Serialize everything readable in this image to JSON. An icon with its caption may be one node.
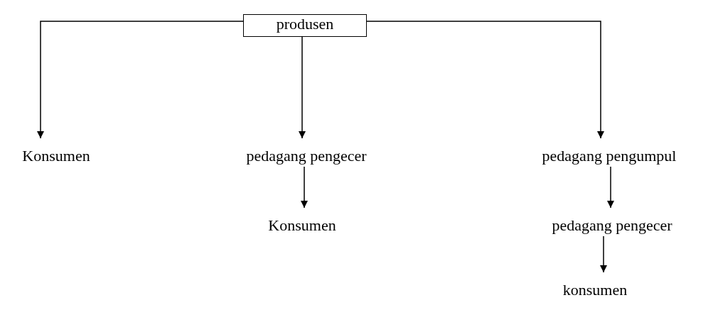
{
  "diagram": {
    "nodes": [
      {
        "text": [
          "produsen"
        ]
      },
      {
        "text": [
          "Konsumen"
        ]
      },
      {
        "text": [
          "pedagang pengecer"
        ]
      },
      {
        "text": [
          "pedagang pengumpul"
        ]
      },
      {
        "text": [
          "Konsumen"
        ]
      },
      {
        "text": [
          "pedagang pengecer"
        ]
      },
      {
        "text": [
          "konsumen"
        ]
      }
    ],
    "edges": [
      {
        "from": 0,
        "to": 1,
        "arrow": "to"
      },
      {
        "from": 0,
        "to": 2,
        "arrow": "to"
      },
      {
        "from": 0,
        "to": 3,
        "arrow": "to"
      },
      {
        "from": 2,
        "to": 4,
        "arrow": "to"
      },
      {
        "from": 3,
        "to": 5,
        "arrow": "to"
      },
      {
        "from": 5,
        "to": 6,
        "arrow": "to"
      }
    ]
  }
}
